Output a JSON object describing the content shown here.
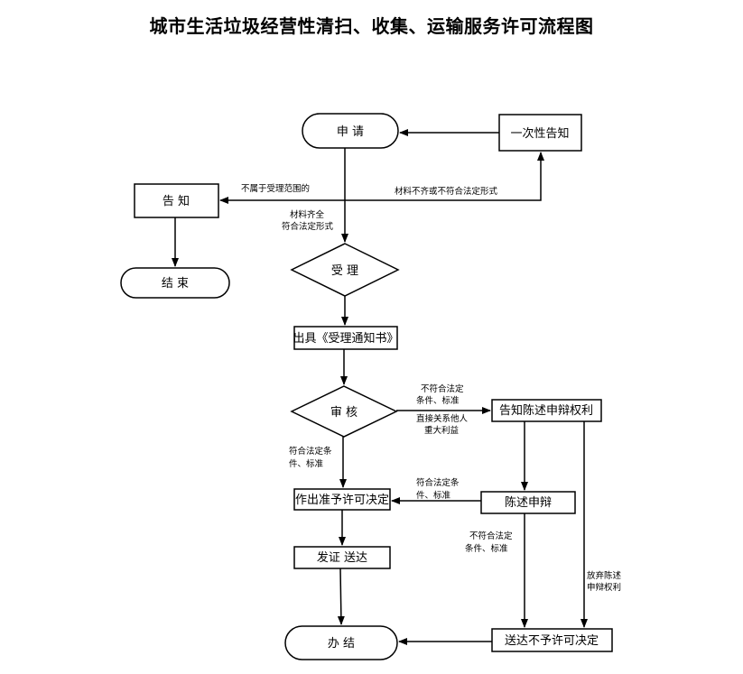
{
  "title": "城市生活垃圾经营性清扫、收集、运输服务许可流程图",
  "nodes": {
    "apply": "申 请",
    "notice_once": "一次性告知",
    "inform": "告 知",
    "end": "结 束",
    "accept": "受 理",
    "issue_notice": "出具《受理通知书》",
    "review": "审 核",
    "notify_rights": "告知陈述申辩权利",
    "defense": "陈述申辩",
    "approve_decision": "作出准予许可决定",
    "issue_cert": "发证 送达",
    "deny_decision": "送达不予许可决定",
    "finish": "办 结"
  },
  "labels": {
    "not_in_scope": "不属于受理范围的",
    "incomplete": "材料不齐或不符合法定形式",
    "complete_1": "材料齐全",
    "complete_2": "符合法定形式",
    "review_fail_1": "不符合法定",
    "review_fail_2": "条件、标准",
    "third_party_1": "直接关系他人",
    "third_party_2": "重大利益",
    "review_pass_1": "符合法定条",
    "review_pass_2": "件、标准",
    "defense_pass_1": "符合法定条",
    "defense_pass_2": "件、标准",
    "defense_fail_1": "不符合法定",
    "defense_fail_2": "条件、标准",
    "waive_1": "放弃陈述",
    "waive_2": "申辩权利"
  }
}
